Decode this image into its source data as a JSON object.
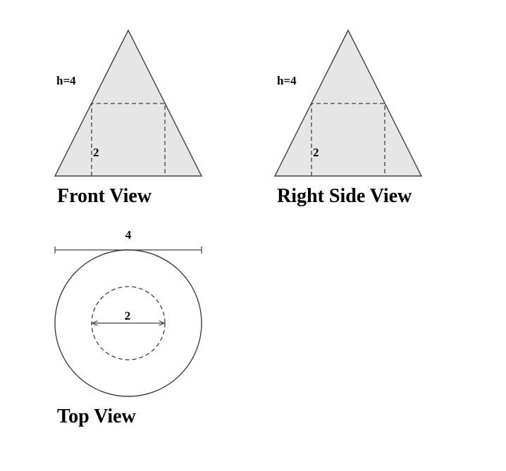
{
  "front_view": {
    "title": "Front View",
    "height_label": "h=4",
    "inner_label": "2"
  },
  "right_side_view": {
    "title": "Right Side View",
    "height_label": "h=4",
    "inner_label": "2"
  },
  "top_view": {
    "title": "Top View",
    "outer_diameter_label": "4",
    "inner_diameter_label": "2"
  },
  "colors": {
    "fill": "#e6e6e6",
    "stroke": "#404040",
    "text": "#000000"
  }
}
